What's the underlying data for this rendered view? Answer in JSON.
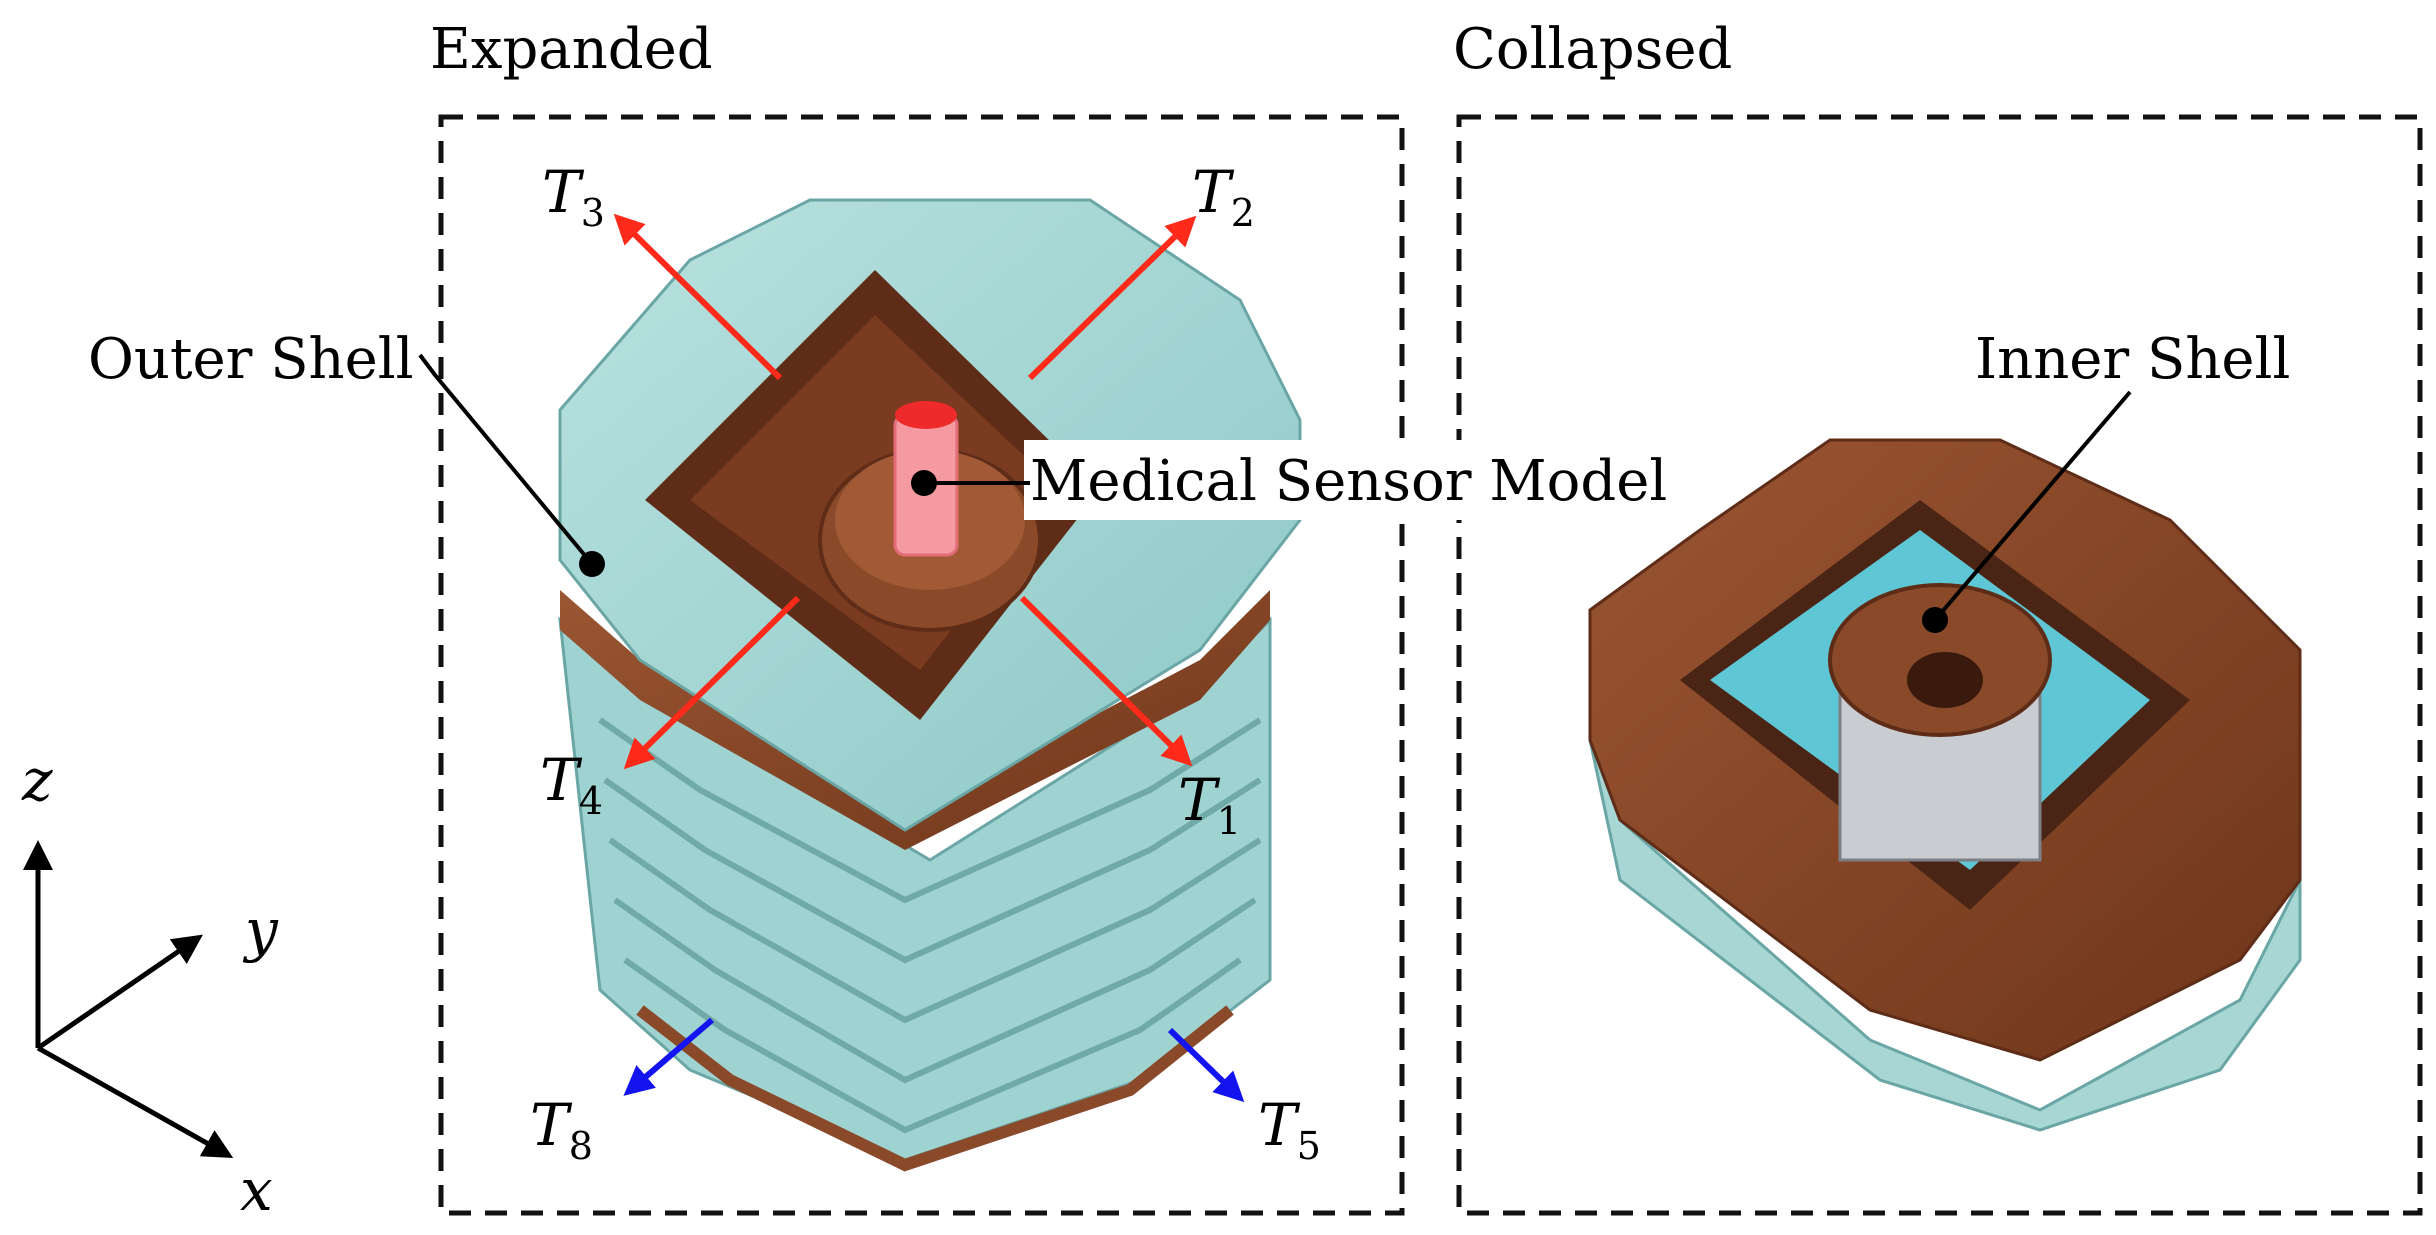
{
  "panels": {
    "expanded": {
      "title": "Expanded"
    },
    "collapsed": {
      "title": "Collapsed"
    }
  },
  "callouts": {
    "outer_shell": "Outer Shell",
    "medical_sensor": "Medical Sensor Model",
    "inner_shell": "Inner Shell"
  },
  "tensions": [
    {
      "id": "T1",
      "symbol": "T",
      "subscript": "1",
      "color": "#ff2a1a"
    },
    {
      "id": "T2",
      "symbol": "T",
      "subscript": "2",
      "color": "#ff2a1a"
    },
    {
      "id": "T3",
      "symbol": "T",
      "subscript": "3",
      "color": "#ff2a1a"
    },
    {
      "id": "T4",
      "symbol": "T",
      "subscript": "4",
      "color": "#ff2a1a"
    },
    {
      "id": "T5",
      "symbol": "T",
      "subscript": "5",
      "color": "#1414f0"
    },
    {
      "id": "T8",
      "symbol": "T",
      "subscript": "8",
      "color": "#1414f0"
    }
  ],
  "axes": {
    "x": "x",
    "y": "y",
    "z": "z"
  },
  "colors": {
    "frame": "#111111",
    "shell_teal": "#a7d6d4",
    "shell_teal_dark": "#7fbfbe",
    "copper": "#8a4a2a",
    "copper_dark": "#5e2c17",
    "sensor_pink": "#f49aa0",
    "sensor_red": "#ee2a2a"
  }
}
